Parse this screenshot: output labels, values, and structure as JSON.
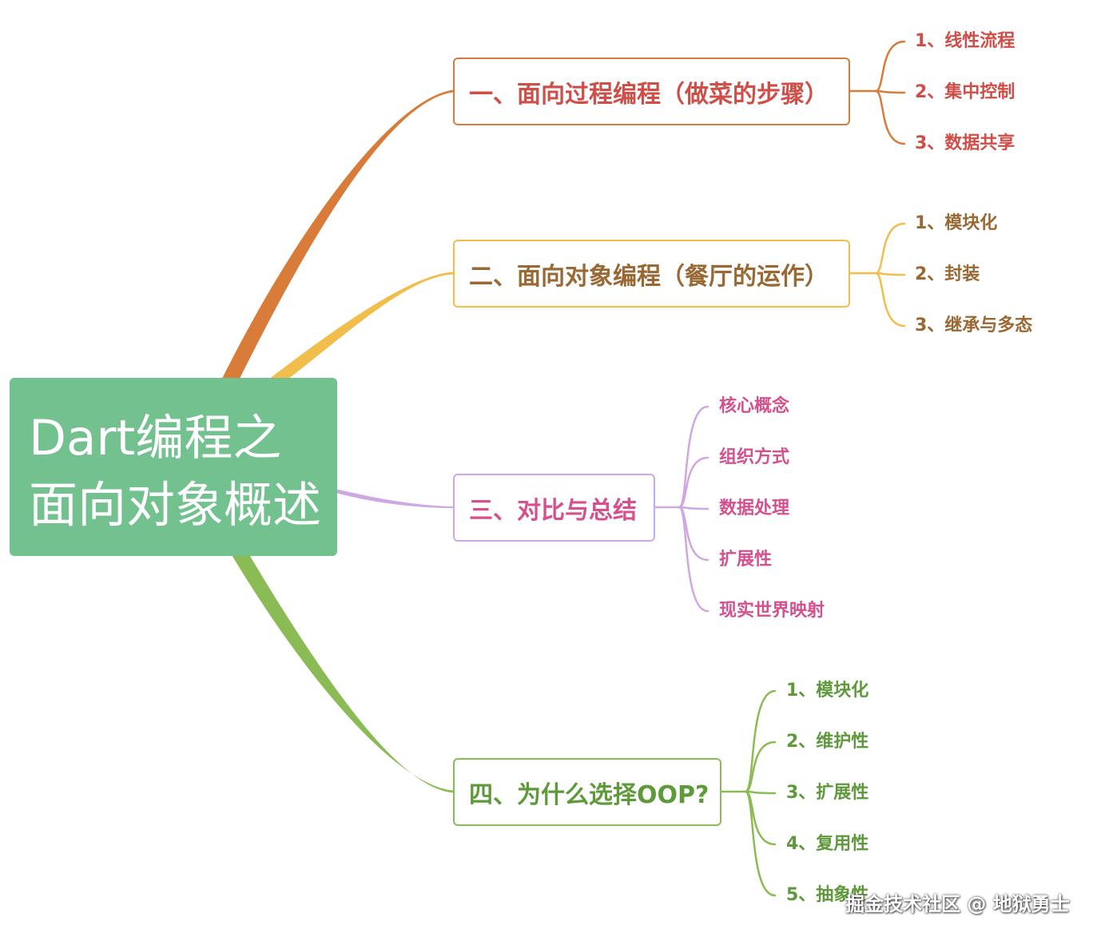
{
  "root": {
    "line1": "Dart编程之",
    "line2": "面向对象概述"
  },
  "branches": [
    {
      "label": "一、面向过程编程（做菜的步骤）",
      "color": "#d97b39",
      "text_color": "#d04e48",
      "leaves": [
        "1、线性流程",
        "2、集中控制",
        "3、数据共享"
      ]
    },
    {
      "label": "二、面向对象编程（餐厅的运作）",
      "color": "#f1bd4b",
      "text_color": "#9a6833",
      "leaves": [
        "1、模块化",
        "2、封装",
        "3、继承与多态"
      ]
    },
    {
      "label": "三、对比与总结",
      "color": "#cfa7e3",
      "text_color": "#d4518e",
      "leaves": [
        "核心概念",
        "组织方式",
        "数据处理",
        "扩展性",
        "现实世界映射"
      ]
    },
    {
      "label": "四、为什么选择OOP?",
      "color": "#8bbb55",
      "text_color": "#5e9a3a",
      "leaves": [
        "1、模块化",
        "2、维护性",
        "3、扩展性",
        "4、复用性",
        "5、抽象性"
      ]
    }
  ],
  "colors": {
    "root_bg": "#72c18e",
    "root_text": "#ffffff"
  },
  "watermark": "掘金技术社区 @ 地狱勇士"
}
